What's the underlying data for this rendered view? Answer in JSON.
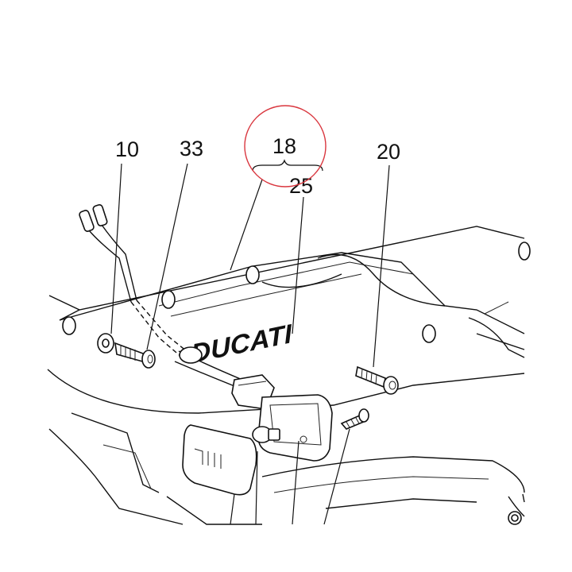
{
  "diagram": {
    "callouts": {
      "c10": "10",
      "c33": "33",
      "c18": "18",
      "c25": "25",
      "c20": "20"
    },
    "logo_text": "DUCATI",
    "highlight_color": "#d9363e"
  }
}
